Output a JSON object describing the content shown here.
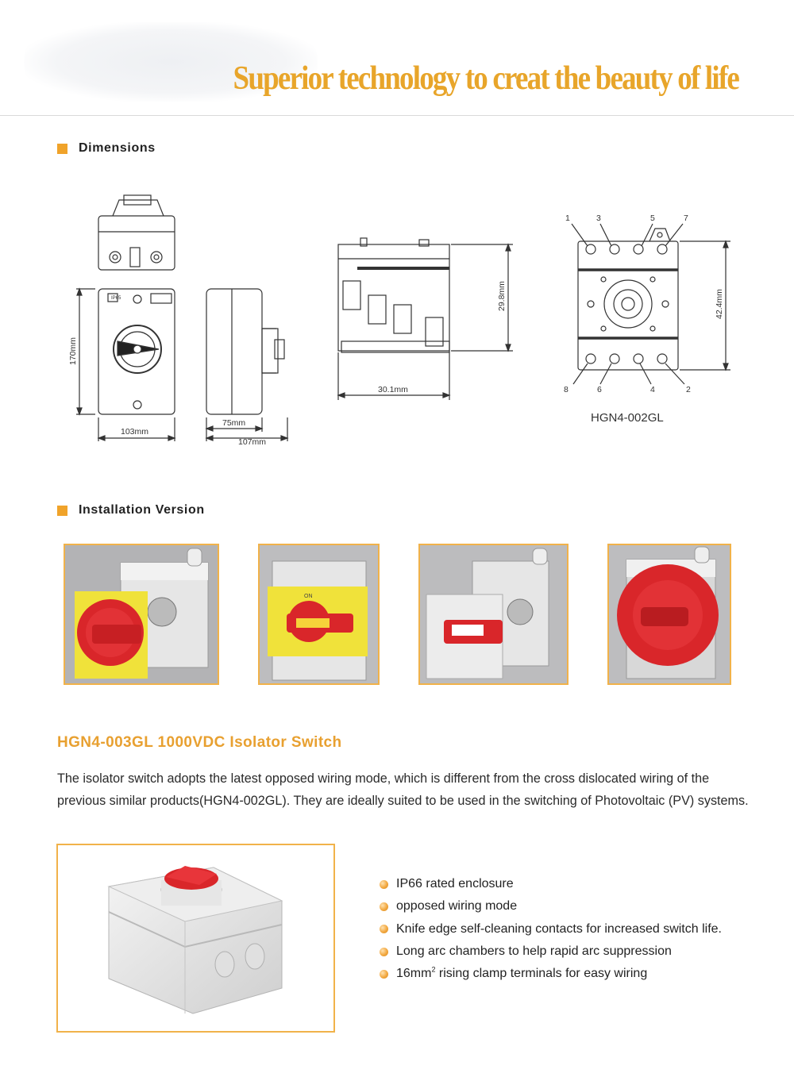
{
  "header": {
    "tagline": "Superior technology to creat the beauty of life"
  },
  "sections": {
    "dimensions": "Dimensions",
    "installation": "Installation Version"
  },
  "drawings": {
    "height_170": "170mm",
    "width_103": "103mm",
    "depth_75": "75mm",
    "depth_107": "107mm",
    "ip_label": "IP65",
    "height_29_8": "29.8mm",
    "width_30_1": "30.1mm",
    "height_42_4": "42.4mm",
    "top_terminals": [
      "1",
      "3",
      "5",
      "7"
    ],
    "bottom_terminals": [
      "8",
      "6",
      "4",
      "2"
    ],
    "model_caption": "HGN4-002GL",
    "on_label": "ON"
  },
  "product": {
    "title": "HGN4-003GL 1000VDC Isolator Switch",
    "description": "The isolator switch adopts the latest opposed wiring mode, which is different from the cross dislocated wiring of the previous similar products(HGN4-002GL). They are ideally suited to be used in the switching of Photovoltaic (PV) systems.",
    "features": [
      "IP66 rated enclosure",
      "opposed wiring mode",
      "Knife edge self-cleaning contacts for increased switch life.",
      "Long arc chambers to help rapid arc suppression"
    ],
    "feature_last_prefix": "16mm",
    "feature_last_sup": "2",
    "feature_last_suffix": " rising clamp terminals for easy wiring"
  },
  "colors": {
    "accent": "#f0a32a",
    "tagline": "#e8a52a",
    "red": "#d9262a",
    "yellow": "#f0e23a"
  }
}
